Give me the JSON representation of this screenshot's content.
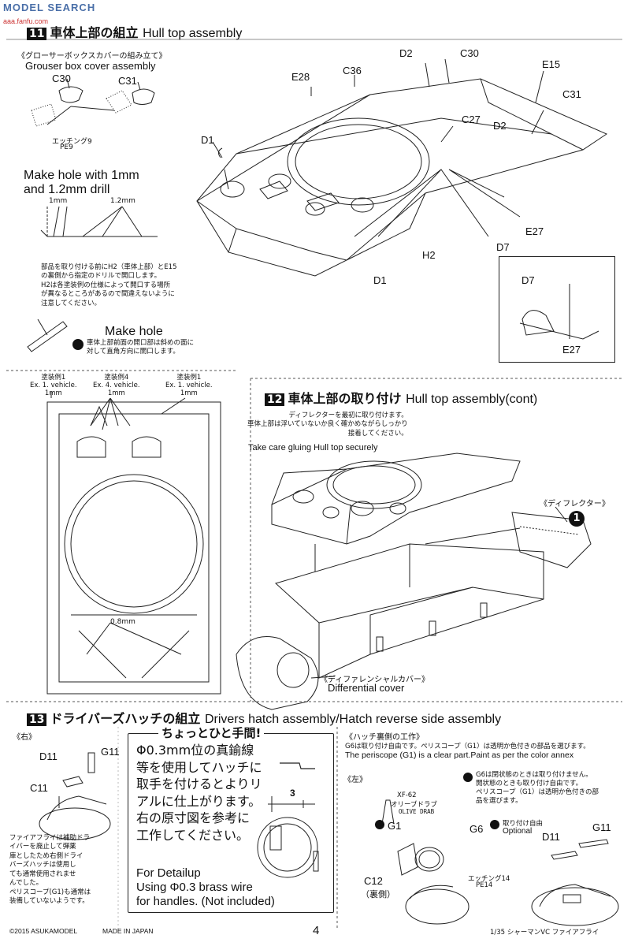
{
  "watermark": {
    "site": "MODEL SEARCH",
    "sub": "aaa.fanfu.com"
  },
  "steps": {
    "hull_top": {
      "number": "11",
      "title_jp": "車体上部の組立",
      "title_en": "Hull top assembly"
    },
    "hull_top_cont": {
      "number": "12",
      "title_jp": "車体上部の取り付け",
      "title_en": "Hull top assembly(cont)"
    },
    "drivers_hatch": {
      "number": "13",
      "title_jp": "ドライバーズハッチの組立",
      "title_en": "Drivers hatch assembly/Hatch reverse side assembly"
    }
  },
  "grouser": {
    "title_jp": "《グローサーボックスカバーの組み立て》",
    "title_en": "Grouser box cover assembly",
    "etch_jp": "エッチング9",
    "etch_en": "PE9"
  },
  "parts": {
    "c30": "C30",
    "c31": "C31",
    "c36": "C36",
    "c27": "C27",
    "d1": "D1",
    "d2": "D2",
    "d7": "D7",
    "e15": "E15",
    "e27": "E27",
    "e28": "E28",
    "h2": "H2",
    "d11": "D11",
    "g11": "G11",
    "c11": "C11",
    "g1": "G1",
    "g6": "G6",
    "c12": "C12"
  },
  "drill": {
    "title_en": "Make hole with 1mm\nand 1.2mm drill",
    "size1": "1mm",
    "size2": "1.2mm",
    "note_jp": "部品を取り付ける前にH2（車体上部）とE15\nの裏側から指定のドリルで開口します。\nH2は各塗装例の仕様によって開口する場所\nが異なるところがあるので間違えないように\n注意してください。"
  },
  "make_hole": {
    "title": "Make hole",
    "note_jp": "車体上部前面の開口部は斜めの面に\n対して直角方向に開口します。"
  },
  "hull_plan": {
    "ex1_left_jp": "塗装例1",
    "ex1_left_en": "Ex. 1. vehicle.",
    "ex1_left_size": "1mm",
    "ex4_jp": "塗装例4",
    "ex4_en": "Ex. 4. vehicle.",
    "ex4_size": "1mm",
    "ex1_right_jp": "塗装例1",
    "ex1_right_en": "Ex. 1. vehicle.",
    "ex1_right_size": "1mm",
    "rear_size": "0.8mm"
  },
  "step12": {
    "note_jp": "ディフレクターを最初に取り付けます。\n車体上部は浮いていないか良く確かめながらしっかり\n接着してください。",
    "note_en": "Take care gluing Hull top securely",
    "deflector_jp": "《ディフレクター》",
    "deflector_num": "1",
    "diff_jp": "《ディファレンシャルカバー》",
    "diff_en": "Differential cover"
  },
  "step13": {
    "right_jp": "《右》",
    "left_jp": "《左》",
    "firefly_note_jp": "ファイアフライは補助ドラ\nイバーを廃止して弾薬\n庫としたため右側ドライ\nバーズハッチは使用し\nても通常使用されませ\nんでした。\nペリスコープ(G1)も通常は\n装備していないようです。",
    "tip_title": "ちょっとひと手間!",
    "tip_jp": "Φ0.3mm位の真鍮線\n等を使用してハッチに\n取手を付けるとよりリ\nアルに仕上がります。\n右の原寸図を参考に\n工作してください。",
    "tip_en": "For Detailup\nUsing Φ0.3 brass wire\nfor handles. (Not included)",
    "tip_dim": "3",
    "reverse_title_jp": "《ハッチ裏側の工作》",
    "reverse_jp": "G6は取り付け自由です。ペリスコープ（G1）は透明か色付きの部品を選びます。",
    "reverse_en": "The periscope (G1) is a clear part.Paint as per the color annex",
    "closed_jp": "G6は閉状態のときは取り付けません。\n開状態のときも取り付け自由です。\nペリスコープ（G1）は透明か色付きの部\n品を選びます。",
    "paint_code": "XF-62",
    "paint_jp": "オリーブドラブ",
    "paint_en": "OLIVE DRAB",
    "optional_jp": "取り付け自由",
    "optional_en": "Optional",
    "c12_jp": "（裏側）",
    "etch_jp": "エッチング14",
    "etch_en": "PE14"
  },
  "footer": {
    "copyright": "©2015 ASUKAMODEL",
    "made_in": "MADE IN JAPAN",
    "page": "4",
    "product": "1/35 シャーマンVC ファイアフライ"
  }
}
